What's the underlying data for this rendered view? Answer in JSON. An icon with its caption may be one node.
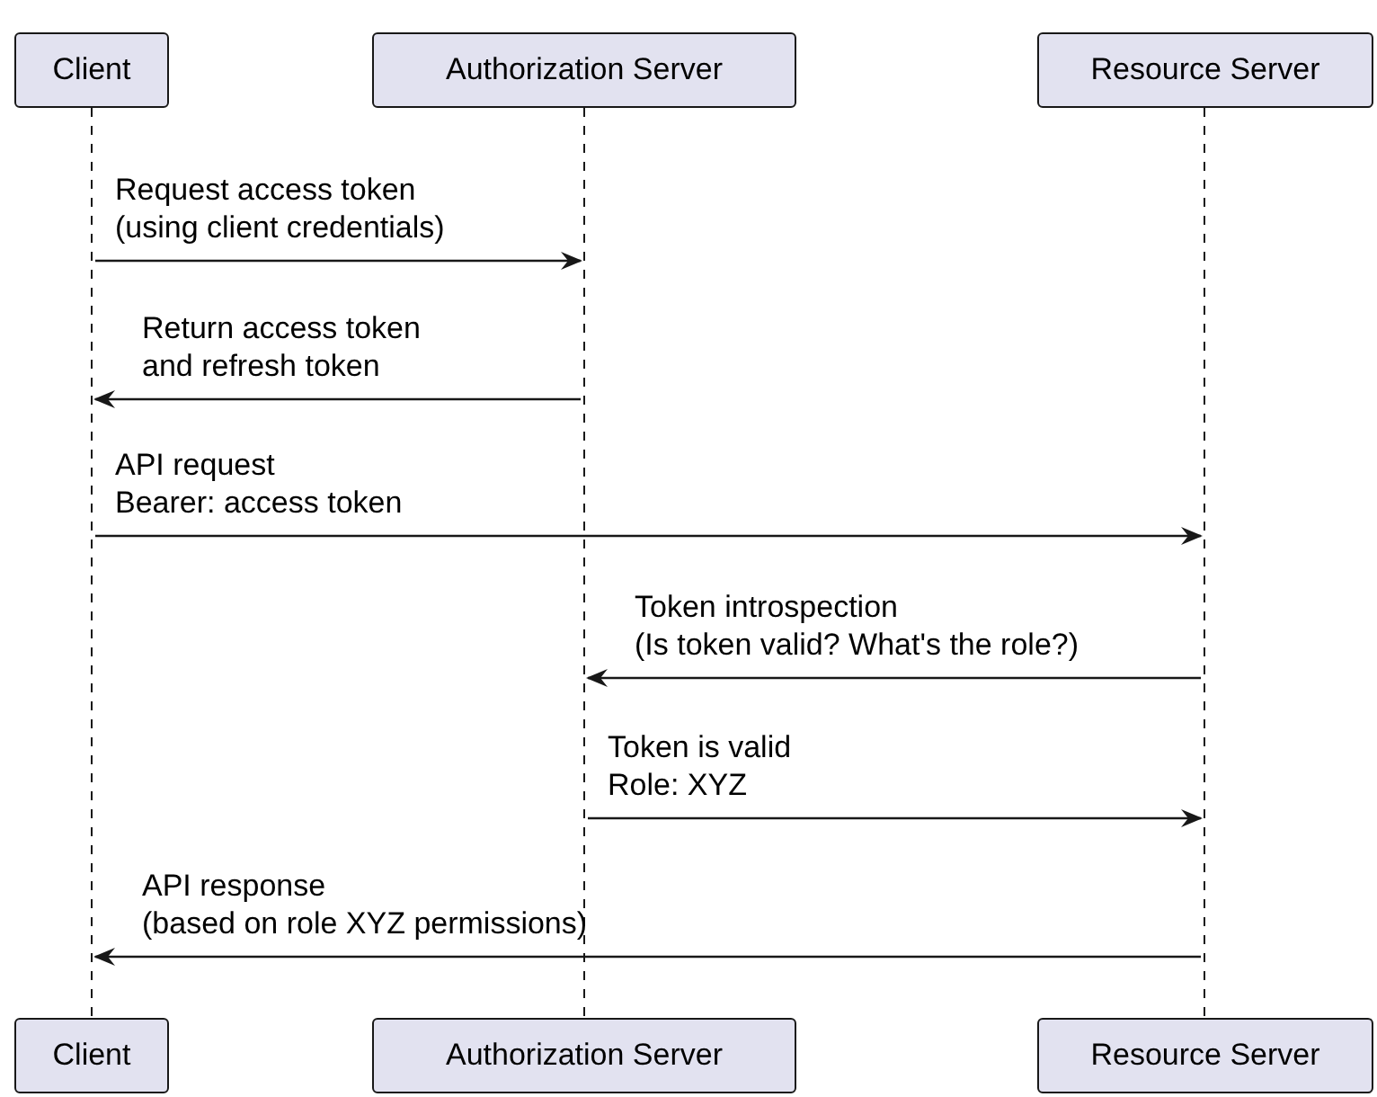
{
  "diagram": {
    "nodes": [
      {
        "text": [
          "Client"
        ]
      },
      {
        "text": [
          "Authorization Server"
        ]
      },
      {
        "text": [
          "Resource Server"
        ]
      },
      {
        "text": [
          "Client"
        ]
      },
      {
        "text": [
          "Authorization Server"
        ]
      },
      {
        "text": [
          "Resource Server"
        ]
      },
      {
        "text": [],
        "shape": "bar"
      },
      {
        "text": [],
        "shape": "bar"
      },
      {
        "text": [],
        "shape": "bar"
      }
    ],
    "edges": [
      {
        "from": 6,
        "to": 7,
        "arrow": "to",
        "label": "Request access token (using client credentials)"
      },
      {
        "from": 7,
        "to": 6,
        "arrow": "to",
        "label": "Return access token and refresh token"
      },
      {
        "from": 6,
        "to": 8,
        "arrow": "to",
        "label": "API request Bearer: access token"
      },
      {
        "from": 8,
        "to": 7,
        "arrow": "to",
        "label": "Token introspection (Is token valid? What's the role?)"
      },
      {
        "from": 7,
        "to": 8,
        "arrow": "to",
        "label": "Token is valid Role: XYZ"
      },
      {
        "from": 8,
        "to": 6,
        "arrow": "to",
        "label": "API response (based on role XYZ permissions)"
      }
    ]
  }
}
